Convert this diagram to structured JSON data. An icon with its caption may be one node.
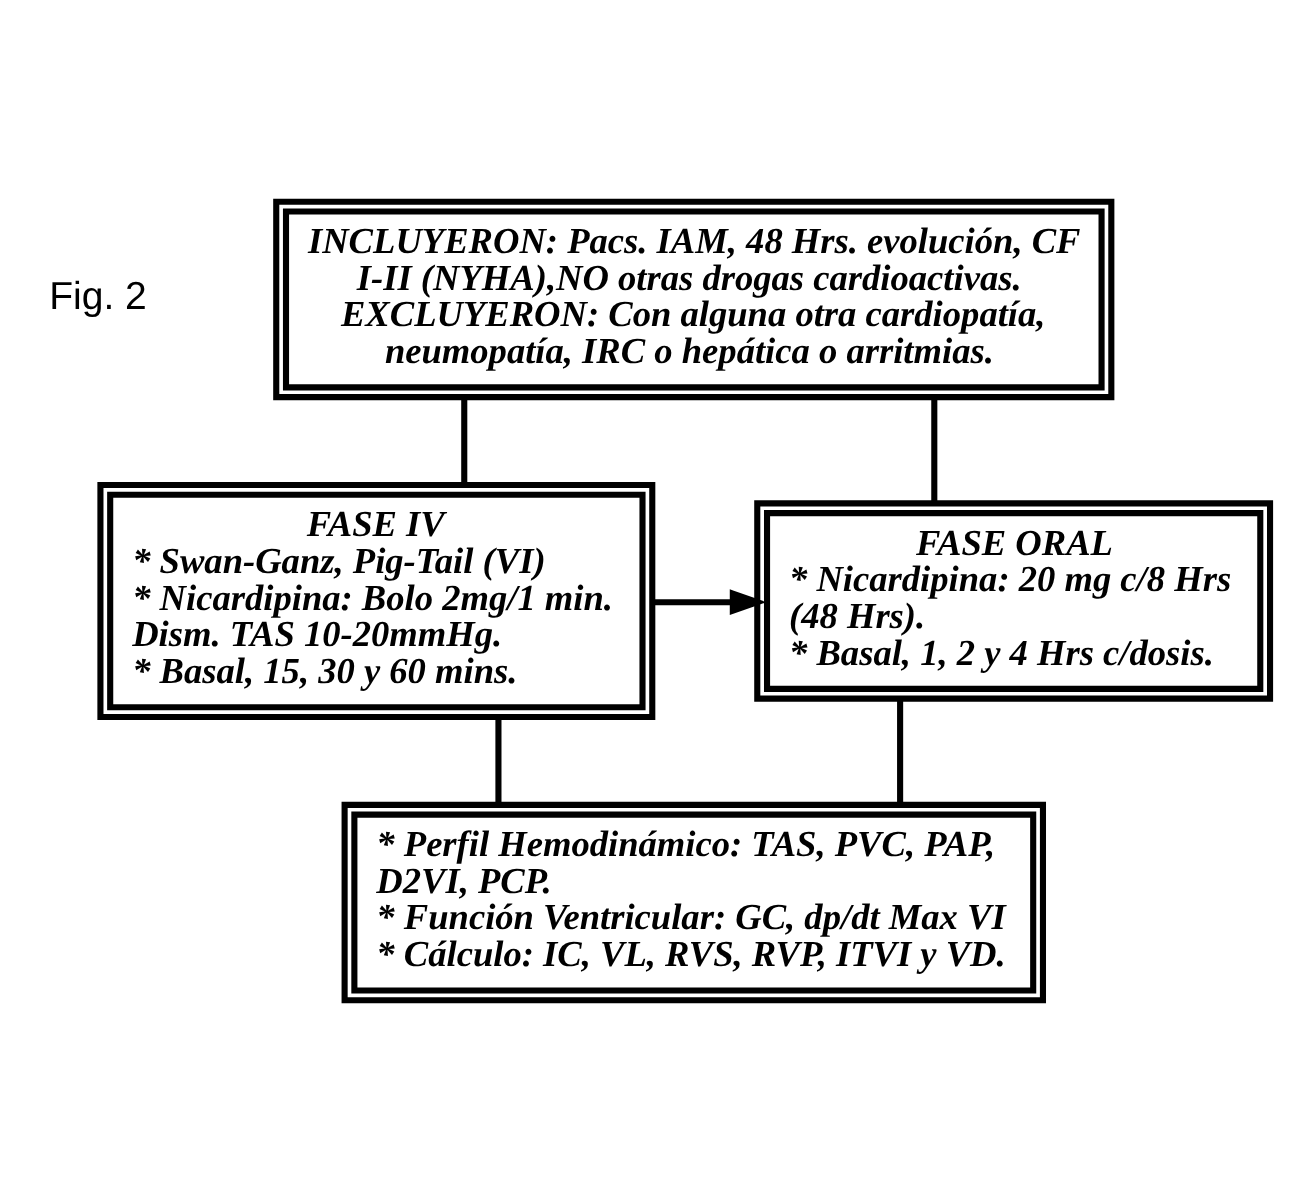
{
  "diagram": {
    "nodes": [
      {
        "text": [
          "INCLUYERON: Pacs. IAM, 48 Hrs. evolución, CF I-II (NYHA),NO otras drogas cardioactivas.",
          "EXCLUYERON: Con alguna otra cardiopatía, neumopatía, IRC o hepática o arritmias."
        ]
      },
      {
        "text": [
          "FASE IV",
          "* Swan-Ganz, Pig-Tail (VI)",
          "* Nicardipina: Bolo 2mg/1 min. Dism. TAS 10-20mmHg.",
          "* Basal, 15, 30 y 60 mins."
        ]
      },
      {
        "text": [
          "FASE ORAL",
          "* Nicardipina: 20 mg c/8 Hrs (48 Hrs).",
          "* Basal, 1, 2 y 4 Hrs c/dosis."
        ]
      },
      {
        "text": [
          "* Perfil Hemodinámico: TAS, PVC, PAP, D2VI, PCP.",
          "* Función Ventricular: GC, dp/dt Max VI",
          "* Cálculo: IC, VL, RVS, RVP, ITVI y VD."
        ]
      }
    ],
    "edges": [
      {
        "from": 0,
        "to": 1,
        "arrow": "none"
      },
      {
        "from": 0,
        "to": 2,
        "arrow": "none"
      },
      {
        "from": 1,
        "to": 2,
        "arrow": "to"
      },
      {
        "from": 1,
        "to": 3,
        "arrow": "none"
      },
      {
        "from": 2,
        "to": 3,
        "arrow": "none"
      }
    ],
    "labels": [
      "Fig. 2"
    ]
  }
}
